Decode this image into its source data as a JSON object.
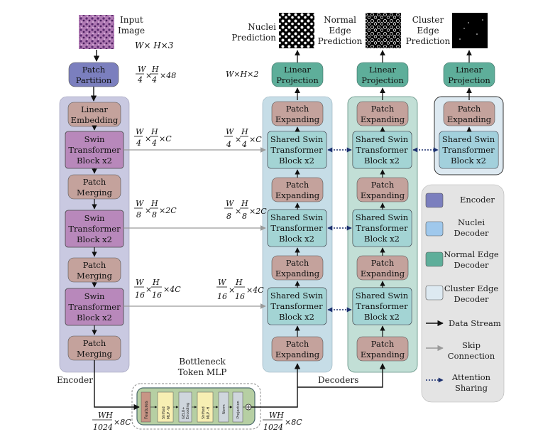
{
  "colors": {
    "encoder_panel": "#c9c9e1",
    "nuclei_panel": "#c6dde7",
    "normal_panel": "#c2dfd6",
    "cluster_panel": "#dde9f1",
    "legend_panel": "#e4e4e4",
    "patch_partition": "#7b7fbe",
    "encoder_block": "#b888bb",
    "patch_block": "#c4a29c",
    "linear_projection": "#5eae9a",
    "shared_swin": "#9fc8ec",
    "shared_swin_green": "#a8e3b5"
  },
  "input": {
    "line1": "Input",
    "line2": "Image",
    "dims": "W× H×3"
  },
  "patch_partition": {
    "line1": "Patch",
    "line2": "Partition",
    "dims_num1": "W",
    "dims_den1": "4",
    "dims_num2": "H",
    "dims_den2": "4",
    "dims_tail": "×48"
  },
  "encoder": {
    "label": "Encoder",
    "linear_embedding": [
      "Linear",
      "Embedding"
    ],
    "swin": [
      "Swin",
      "Transformer",
      "Block x2"
    ],
    "merging": [
      "Patch",
      "Merging"
    ]
  },
  "dims": {
    "s1": {
      "n1": "W",
      "d1": "4",
      "n2": "H",
      "d2": "4",
      "tail": "×C"
    },
    "s2": {
      "n1": "W",
      "d1": "8",
      "n2": "H",
      "d2": "8",
      "tail": "×2C"
    },
    "s3": {
      "n1": "W",
      "d1": "16",
      "n2": "H",
      "d2": "16",
      "tail": "×4C"
    },
    "pred": "W×H×2",
    "bottom_num": "WH",
    "bottom_den": "1024",
    "bottom_tail": "×8C"
  },
  "decoders": {
    "label": "Decoders",
    "linear_projection": [
      "Linear",
      "Projection"
    ],
    "expanding": [
      "Patch",
      "Expanding"
    ],
    "shared_swin": [
      "Shared Swin",
      "Transformer",
      "Block x2"
    ]
  },
  "predictions": {
    "nuclei": [
      "Nuclei",
      "Prediction"
    ],
    "normal_edge": [
      "Normal",
      "Edge",
      "Prediction"
    ],
    "cluster_edge": [
      "Cluster",
      "Edge",
      "Prediction"
    ]
  },
  "bottleneck": {
    "title": [
      "Bottleneck",
      "Token MLP"
    ],
    "features": "Features",
    "shifted_w": [
      "Shifted",
      "MLP -W"
    ],
    "gelu": [
      "GELU+",
      "Encoding"
    ],
    "shifted_h": [
      "Shifted",
      "MLP -H"
    ],
    "norm": "Norm",
    "projection": "Projection"
  },
  "legend": {
    "encoder": "Encoder",
    "nuclei": [
      "Nuclei",
      "Decoder"
    ],
    "normal_edge": [
      "Normal Edge",
      "Decoder"
    ],
    "cluster_edge": [
      "Cluster Edge",
      "Decoder"
    ],
    "data_stream": "Data Stream",
    "skip": [
      "Skip",
      "Connection"
    ],
    "attention": [
      "Attention",
      "Sharing"
    ]
  }
}
